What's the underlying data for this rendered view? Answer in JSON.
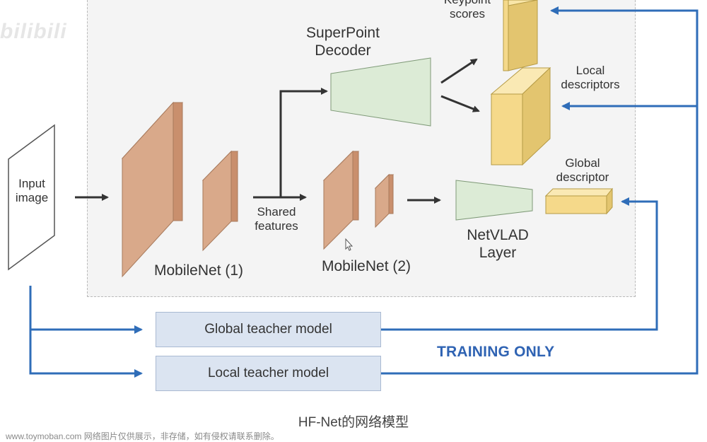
{
  "diagram": {
    "input_label": "Input\nimage",
    "mobilenet1_label": "MobileNet (1)",
    "mobilenet2_label": "MobileNet (2)",
    "shared_features_label": "Shared\nfeatures",
    "superpoint_label": "SuperPoint\nDecoder",
    "keypoint_label": "Keypoint\nscores",
    "local_desc_label": "Local\ndescriptors",
    "netvlad_label": "NetVLAD\nLayer",
    "global_desc_label": "Global\ndescriptor",
    "global_teacher_label": "Global teacher model",
    "local_teacher_label": "Local teacher model",
    "training_only_label": "TRAINING ONLY"
  },
  "caption": "HF-Net的网络模型",
  "watermark_text": "www.toymoban.com 网络图片仅供展示，非存储，如有侵权请联系删除。",
  "watermark_logo": "bilibili",
  "colors": {
    "mobilenet": "#d9a98a",
    "descriptor": "#f5d98a",
    "decoder": "#dcebd6",
    "training_arrow": "#2f6db8",
    "teacher_box": "#dbe4f1"
  }
}
